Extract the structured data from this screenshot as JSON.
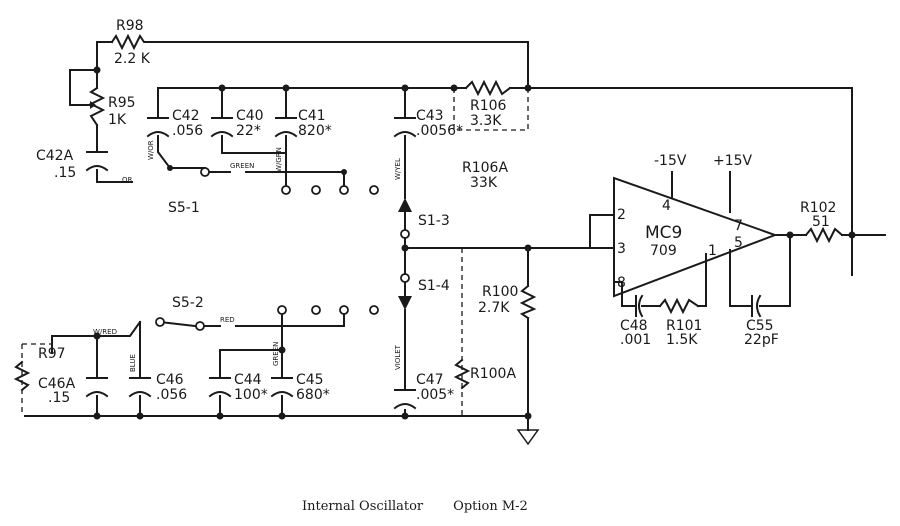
{
  "components": {
    "r98": {
      "ref": "R98",
      "value": "2.2 K"
    },
    "r95": {
      "ref": "R95",
      "value": "1K"
    },
    "c42a": {
      "ref": "C42A",
      "value": ".15"
    },
    "c42": {
      "ref": "C42",
      "value": ".056"
    },
    "c40": {
      "ref": "C40",
      "value": "22*"
    },
    "c41": {
      "ref": "C41",
      "value": "820*"
    },
    "c43": {
      "ref": "C43",
      "value": ".0056*"
    },
    "r106": {
      "ref": "R106",
      "value": "3.3K"
    },
    "r106a": {
      "ref": "R106A",
      "value": "33K"
    },
    "ic": {
      "ref": "MC9",
      "part": "709",
      "v_neg": "-15V",
      "v_pos": "+15V"
    },
    "r102": {
      "ref": "R102",
      "value": "51"
    },
    "c48": {
      "ref": "C48",
      "value": ".001"
    },
    "r101": {
      "ref": "R101",
      "value": "1.5K"
    },
    "c55": {
      "ref": "C55",
      "value": "22pF"
    },
    "r100": {
      "ref": "R100",
      "value": "2.7K"
    },
    "r100a": {
      "ref": "R100A"
    },
    "r97": {
      "ref": "R97"
    },
    "c46a": {
      "ref": "C46A",
      "value": ".15"
    },
    "c46": {
      "ref": "C46",
      "value": ".056"
    },
    "c44": {
      "ref": "C44",
      "value": "100*"
    },
    "c45": {
      "ref": "C45",
      "value": "680*"
    },
    "c47": {
      "ref": "C47",
      "value": ".005*"
    }
  },
  "switches": {
    "s5_1": "S5-1",
    "s5_2": "S5-2",
    "s1_3": "S1-3",
    "s1_4": "S1-4"
  },
  "pins": {
    "p2": "2",
    "p3": "3",
    "p8": "8",
    "p4": "4",
    "p7": "7",
    "p1": "1",
    "p5": "5"
  },
  "wires": {
    "w_or": "W/OR",
    "or": "OR",
    "green": "GREEN",
    "w_gr": "W/GRN",
    "w_yel": "W/YEL",
    "w_red": "W/RED",
    "red": "RED",
    "blue": "BLUE",
    "green2": "GREEN",
    "violet": "VIOLET"
  },
  "caption": {
    "title": "Internal Oscillator",
    "option": "Option M-2"
  }
}
